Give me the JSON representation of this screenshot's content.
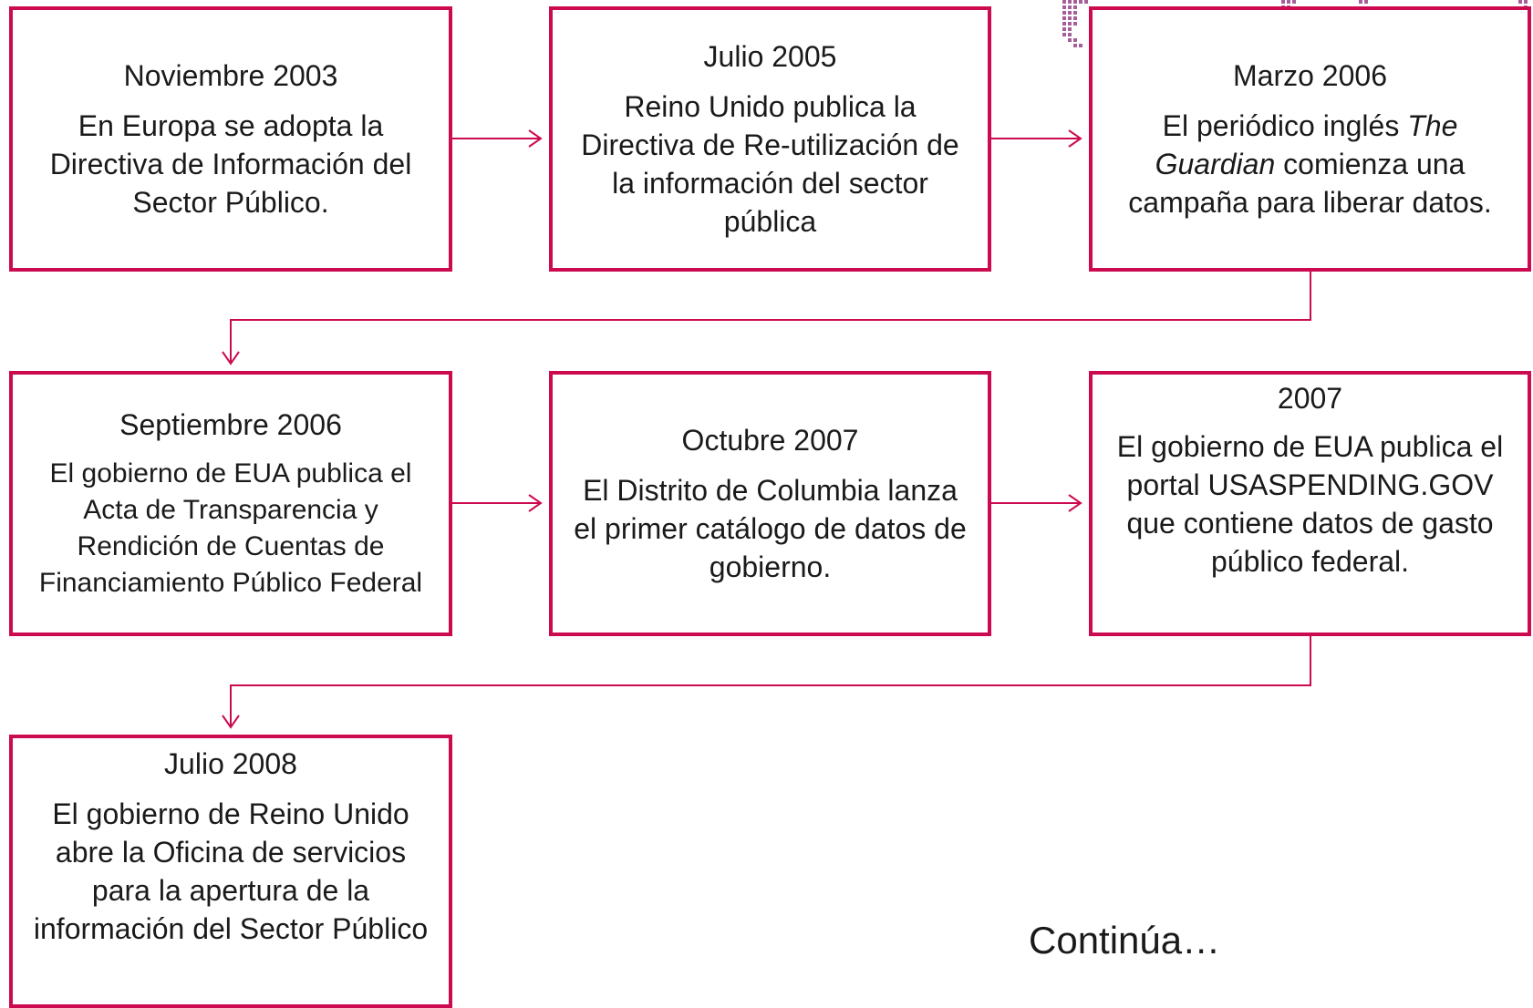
{
  "events": [
    {
      "date": "Noviembre 2003",
      "description": "En Europa se adopta la Directiva de Información del Sector Público."
    },
    {
      "date": "Julio 2005",
      "description": "Reino Unido publica la Directiva de Re-utilización de la información del sector pública"
    },
    {
      "date": "Marzo 2006",
      "description_pre": "El periódico inglés ",
      "description_italic": "The Guardian",
      "description_post": " comienza una campaña para  liberar datos."
    },
    {
      "date": "Septiembre 2006",
      "description": "El gobierno de EUA publica el Acta de Transparencia y Rendición de Cuentas de Financiamiento Público Federal"
    },
    {
      "date": "Octubre 2007",
      "description": "El Distrito de Columbia lanza el primer catálogo de datos de gobierno."
    },
    {
      "date": "2007",
      "description": "El gobierno de EUA publica el portal USASPENDING.GOV que contiene datos de gasto público federal."
    },
    {
      "date": "Julio 2008",
      "description": "El gobierno de Reino Unido abre la Oficina de servicios para la apertura de la información del Sector Público"
    }
  ],
  "footer": {
    "continue_label": "Continúa…"
  },
  "colors": {
    "accent": "#cc0a4f",
    "decoration": "#8a2a7a"
  }
}
